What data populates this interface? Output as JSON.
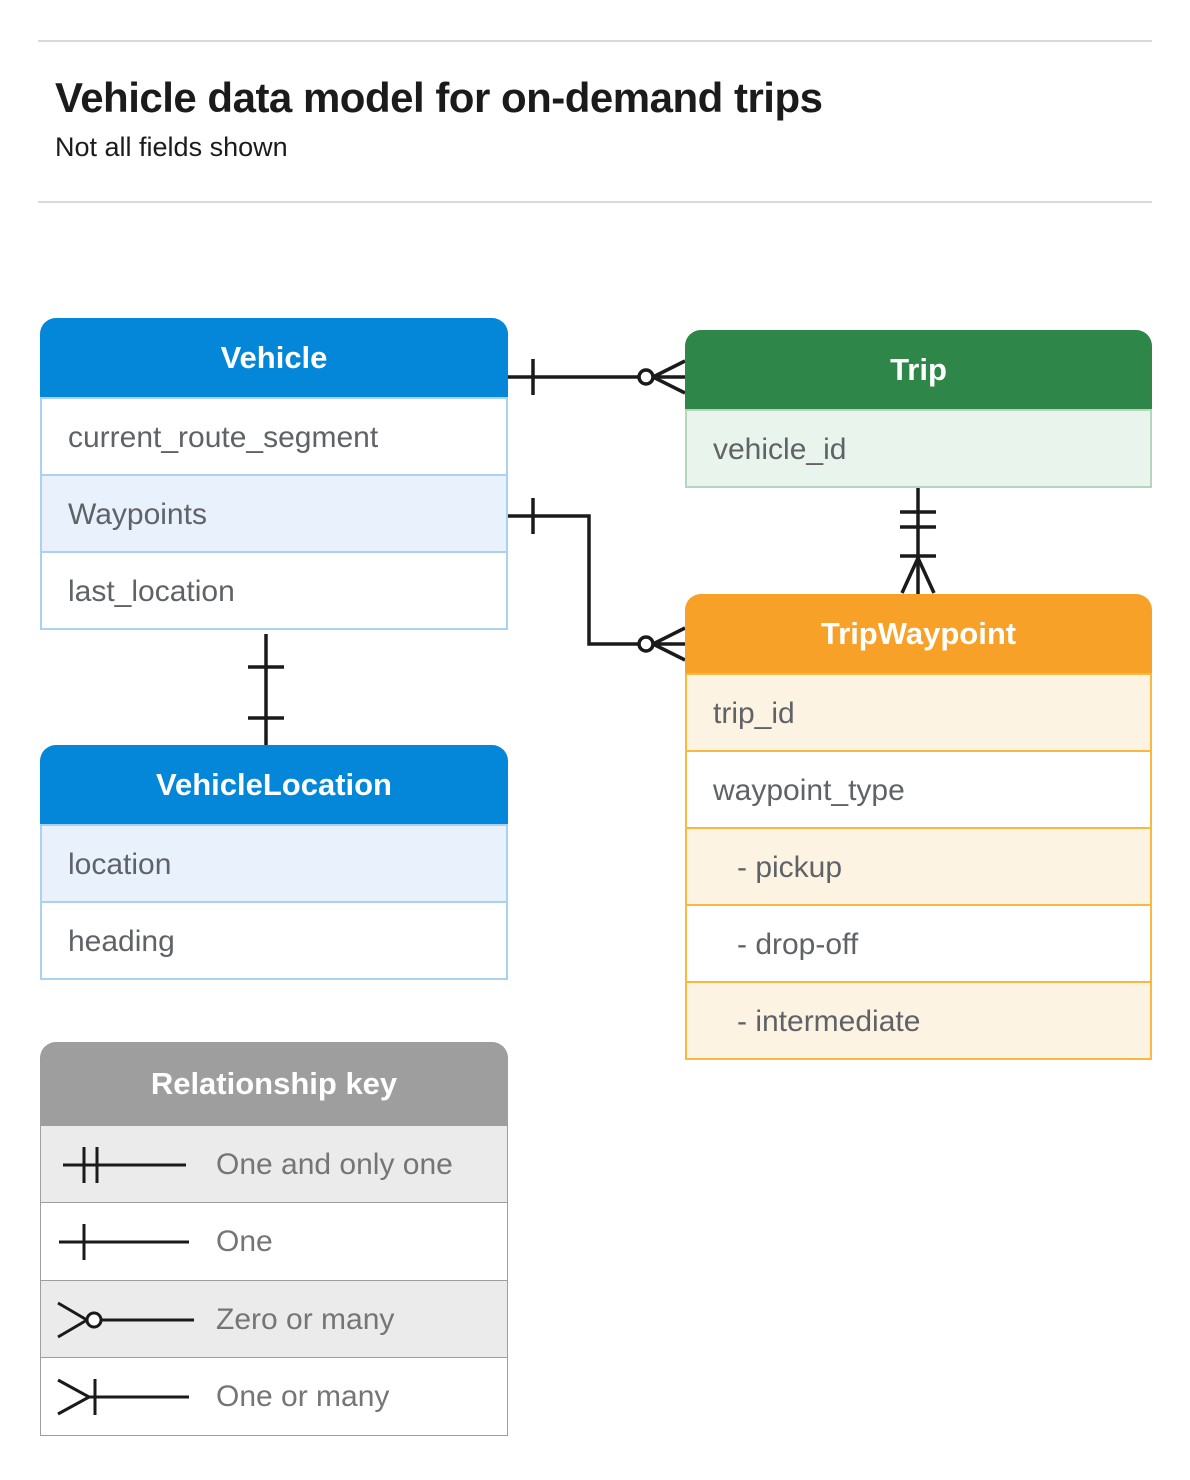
{
  "header": {
    "title": "Vehicle data model for on-demand trips",
    "subtitle": "Not all fields shown"
  },
  "tables": {
    "vehicle": {
      "title": "Vehicle",
      "fields": [
        "current_route_segment",
        "Waypoints",
        "last_location"
      ]
    },
    "trip": {
      "title": "Trip",
      "fields": [
        "vehicle_id"
      ]
    },
    "trip_waypoint": {
      "title": "TripWaypoint",
      "fields": [
        "trip_id",
        "waypoint_type",
        "- pickup",
        "- drop-off",
        "- intermediate"
      ]
    },
    "vehicle_location": {
      "title": "VehicleLocation",
      "fields": [
        "location",
        "heading"
      ]
    }
  },
  "legend": {
    "title": "Relationship key",
    "items": [
      {
        "symbol": "one-and-only-one",
        "label": "One and only one"
      },
      {
        "symbol": "one",
        "label": "One"
      },
      {
        "symbol": "zero-or-many",
        "label": "Zero or many"
      },
      {
        "symbol": "one-or-many",
        "label": "One or many"
      }
    ]
  },
  "relationships": [
    {
      "from": "Vehicle",
      "to": "Trip",
      "from_cardinality": "one",
      "to_cardinality": "zero-or-many"
    },
    {
      "from": "Vehicle.Waypoints",
      "to": "TripWaypoint",
      "from_cardinality": "one",
      "to_cardinality": "zero-or-many"
    },
    {
      "from": "Trip",
      "to": "TripWaypoint",
      "from_cardinality": "one-and-only-one",
      "to_cardinality": "one-or-many"
    },
    {
      "from": "Vehicle",
      "to": "VehicleLocation",
      "from_cardinality": "one",
      "to_cardinality": "one"
    }
  ],
  "colors": {
    "blue_header": "#0487d8",
    "blue_row": "#e9f2fc",
    "blue_border": "#a9d2f1",
    "green_header": "#2e8748",
    "green_row": "#e9f4ec",
    "green_border": "#b5d6bc",
    "orange_header": "#f7a128",
    "orange_row": "#fdf3e2",
    "orange_border": "#f9b940",
    "gray_header": "#9e9e9e",
    "gray_row": "#ebebeb",
    "line": "#1a1a1a"
  }
}
